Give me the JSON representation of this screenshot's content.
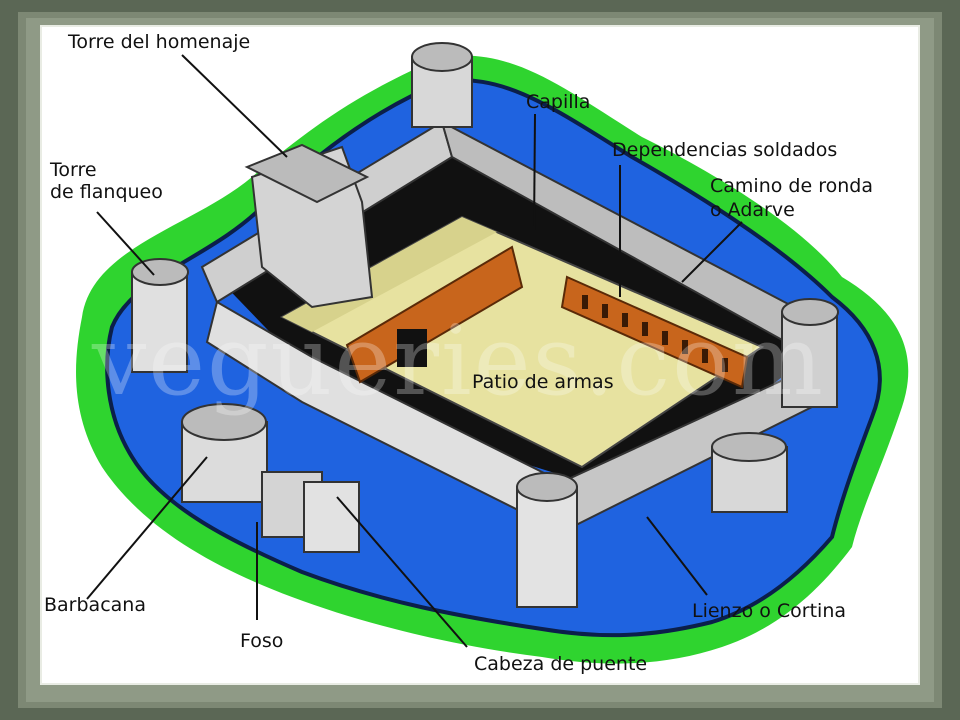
{
  "diagram": {
    "labels": {
      "torre_homenaje": "Torre del homenaje",
      "capilla": "Capilla",
      "dependencias": "Dependencias soldados",
      "torre_flanqueo_1": "Torre",
      "torre_flanqueo_2": "de flanqueo",
      "camino_ronda_1": "Camino de ronda",
      "camino_ronda_2": "o Adarve",
      "patio": "Patio de armas",
      "barbacana": "Barbacana",
      "foso": "Foso",
      "lienzo": "Lienzo o Cortina",
      "cabeza_puente": "Cabeza de puente"
    },
    "watermark": "vegueries.com"
  },
  "colors": {
    "frame": "#5e6a58",
    "grass": "#2fd42f",
    "water": "#1f63e0",
    "wall": "#d8d8d8",
    "courtyard": "#e7e2a0",
    "building": "#c8651c"
  }
}
